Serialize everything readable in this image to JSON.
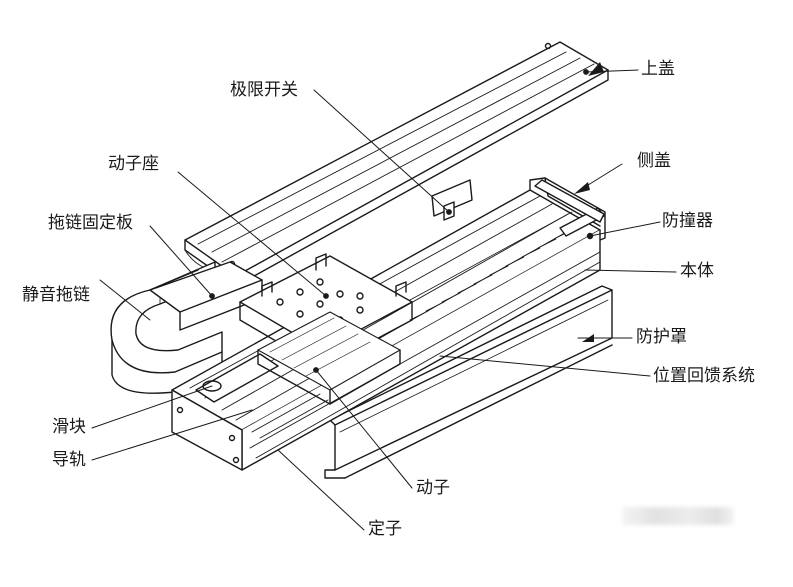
{
  "labels": {
    "top_cover": "上盖",
    "limit_switch": "极限开关",
    "mover_seat": "动子座",
    "side_cover": "侧盖",
    "drag_chain_plate": "拖链固定板",
    "bumper": "防撞器",
    "silent_drag_chain": "静音拖链",
    "body": "本体",
    "protective_cover": "防护罩",
    "feedback_system": "位置回馈系统",
    "slider": "滑块",
    "guide_rail": "导轨",
    "mover": "动子",
    "stator": "定子"
  },
  "colors": {
    "line": "#1a1a1a",
    "text": "#1a1a1a",
    "shade": "#d9d9d9"
  }
}
